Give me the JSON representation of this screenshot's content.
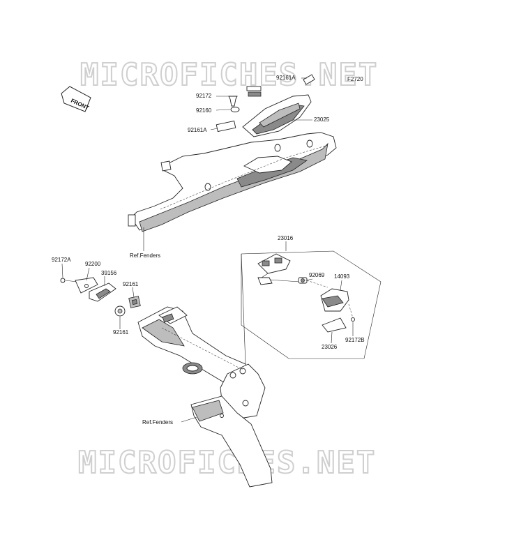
{
  "watermark": "MICROFICHES.NET",
  "front_badge": "FRONT",
  "figure_code": "F2720",
  "labels": {
    "p92161a_top": "92161A",
    "p92172": "92172",
    "p92160": "92160",
    "p92161a_mid": "92161A",
    "p23025": "23025",
    "ref_fenders_top": "Ref.Fenders",
    "p23016": "23016",
    "p92172a": "92172A",
    "p92200": "92200",
    "p39156": "39156",
    "p92161_upper": "92161",
    "p92161_lower": "92161",
    "p92069": "92069",
    "p14093": "14093",
    "p92172b": "92172B",
    "p23026": "23026",
    "ref_fenders_bottom": "Ref.Fenders"
  }
}
